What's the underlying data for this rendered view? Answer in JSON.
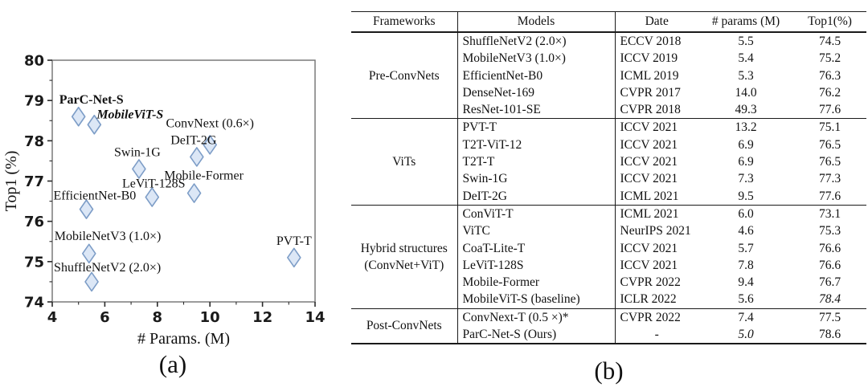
{
  "figure": {
    "caption_a": "(a)",
    "caption_b": "(b)"
  },
  "chart_data": {
    "type": "scatter",
    "title": "",
    "xlabel": "# Params. (M)",
    "ylabel": "Top1 (%)",
    "xlim": [
      4,
      14
    ],
    "ylim": [
      74,
      80
    ],
    "xticks": [
      4,
      6,
      8,
      10,
      12,
      14
    ],
    "yticks": [
      74,
      75,
      76,
      77,
      78,
      79,
      80
    ],
    "x_minor_ticks": [
      5,
      7,
      9,
      11,
      13
    ],
    "y_minor_ticks": [
      74.5,
      75.5,
      76.5,
      77.5,
      78.5,
      79.5
    ],
    "grid": false,
    "legend": "none",
    "marker": {
      "shape": "diamond",
      "fill": "#dce7f6",
      "stroke": "#7d9dc7"
    },
    "points": [
      {
        "label": "ParC-Net-S",
        "x": 5.0,
        "y": 78.6,
        "style": "bold",
        "anchor": "start",
        "dx": -24,
        "dy": -16
      },
      {
        "label": "MobileViT-S",
        "x": 5.6,
        "y": 78.4,
        "style": "italic",
        "anchor": "start",
        "dx": 3,
        "dy": -8
      },
      {
        "label": "ConvNext (0.6×)",
        "x": 10.0,
        "y": 77.9,
        "style": "normal",
        "anchor": "middle",
        "dx": 0,
        "dy": -22
      },
      {
        "label": "DeIT-2G",
        "x": 9.5,
        "y": 77.6,
        "style": "normal",
        "anchor": "middle",
        "dx": -4,
        "dy": -16
      },
      {
        "label": "Swin-1G",
        "x": 7.3,
        "y": 77.3,
        "style": "normal",
        "anchor": "middle",
        "dx": -2,
        "dy": -16
      },
      {
        "label": "Mobile-Former",
        "x": 9.4,
        "y": 76.7,
        "style": "normal",
        "anchor": "middle",
        "dx": 12,
        "dy": -17
      },
      {
        "label": "LeViT-128S",
        "x": 7.8,
        "y": 76.6,
        "style": "normal",
        "anchor": "middle",
        "dx": 2,
        "dy": -12
      },
      {
        "label": "EfficientNet-B0",
        "x": 5.3,
        "y": 76.3,
        "style": "normal",
        "anchor": "start",
        "dx": -41,
        "dy": -12
      },
      {
        "label": "MobileNetV3 (1.0×)",
        "x": 5.4,
        "y": 75.2,
        "style": "normal",
        "anchor": "start",
        "dx": -43,
        "dy": -17
      },
      {
        "label": "ShuffleNetV2 (2.0×)",
        "x": 5.5,
        "y": 74.5,
        "style": "normal",
        "anchor": "start",
        "dx": -47,
        "dy": -13
      },
      {
        "label": "PVT-T",
        "x": 13.2,
        "y": 75.1,
        "style": "normal",
        "anchor": "middle",
        "dx": 0,
        "dy": -16
      }
    ]
  },
  "table": {
    "headers": [
      "Frameworks",
      "Models",
      "Date",
      "# params (M)",
      "Top1(%)"
    ],
    "groups": [
      {
        "framework_lines": [
          "Pre-ConvNets"
        ],
        "rows": [
          {
            "model": "ShuffleNetV2 (2.0×)",
            "date": "ECCV 2018",
            "params": "5.5",
            "top1": "74.5",
            "params_style": "normal",
            "top1_style": "normal"
          },
          {
            "model": "MobileNetV3 (1.0×)",
            "date": "ICCV 2019",
            "params": "5.4",
            "top1": "75.2",
            "params_style": "normal",
            "top1_style": "normal"
          },
          {
            "model": "EfficientNet-B0",
            "date": "ICML 2019",
            "params": "5.3",
            "top1": "76.3",
            "params_style": "normal",
            "top1_style": "normal"
          },
          {
            "model": "DenseNet-169",
            "date": "CVPR 2017",
            "params": "14.0",
            "top1": "76.2",
            "params_style": "normal",
            "top1_style": "normal"
          },
          {
            "model": "ResNet-101-SE",
            "date": "CVPR 2018",
            "params": "49.3",
            "top1": "77.6",
            "params_style": "normal",
            "top1_style": "normal"
          }
        ]
      },
      {
        "framework_lines": [
          "ViTs"
        ],
        "rows": [
          {
            "model": "PVT-T",
            "date": "ICCV 2021",
            "params": "13.2",
            "top1": "75.1",
            "params_style": "normal",
            "top1_style": "normal"
          },
          {
            "model": "T2T-ViT-12",
            "date": "ICCV 2021",
            "params": "6.9",
            "top1": "76.5",
            "params_style": "normal",
            "top1_style": "normal"
          },
          {
            "model": "T2T-T",
            "date": "ICCV 2021",
            "params": "6.9",
            "top1": "76.5",
            "params_style": "normal",
            "top1_style": "normal"
          },
          {
            "model": "Swin-1G",
            "date": "ICCV 2021",
            "params": "7.3",
            "top1": "77.3",
            "params_style": "normal",
            "top1_style": "normal"
          },
          {
            "model": "DeIT-2G",
            "date": "ICML 2021",
            "params": "9.5",
            "top1": "77.6",
            "params_style": "normal",
            "top1_style": "normal"
          }
        ]
      },
      {
        "framework_lines": [
          "Hybrid structures",
          "(ConvNet+ViT)"
        ],
        "rows": [
          {
            "model": "ConViT-T",
            "date": "ICML 2021",
            "params": "6.0",
            "top1": "73.1",
            "params_style": "normal",
            "top1_style": "normal"
          },
          {
            "model": "ViTC",
            "date": "NeurIPS 2021",
            "params": "4.6",
            "top1": "75.3",
            "params_style": "bold",
            "top1_style": "normal"
          },
          {
            "model": "CoaT-Lite-T",
            "date": "ICCV 2021",
            "params": "5.7",
            "top1": "76.6",
            "params_style": "normal",
            "top1_style": "normal"
          },
          {
            "model": "LeViT-128S",
            "date": "ICCV 2021",
            "params": "7.8",
            "top1": "76.6",
            "params_style": "normal",
            "top1_style": "normal"
          },
          {
            "model": "Mobile-Former",
            "date": "CVPR 2022",
            "params": "9.4",
            "top1": "76.7",
            "params_style": "normal",
            "top1_style": "normal"
          },
          {
            "model": "MobileViT-S (baseline)",
            "date": "ICLR 2022",
            "params": "5.6",
            "top1": "78.4",
            "params_style": "normal",
            "top1_style": "italic"
          }
        ]
      },
      {
        "framework_lines": [
          "Post-ConvNets"
        ],
        "rows": [
          {
            "model": "ConvNext-T (0.5 ×)*",
            "date": "CVPR 2022",
            "params": "7.4",
            "top1": "77.5",
            "params_style": "normal",
            "top1_style": "normal"
          },
          {
            "model": "ParC-Net-S  (Ours)",
            "date": "-",
            "params": "5.0",
            "top1": "78.6",
            "params_style": "italic",
            "top1_style": "bold"
          }
        ]
      }
    ]
  }
}
